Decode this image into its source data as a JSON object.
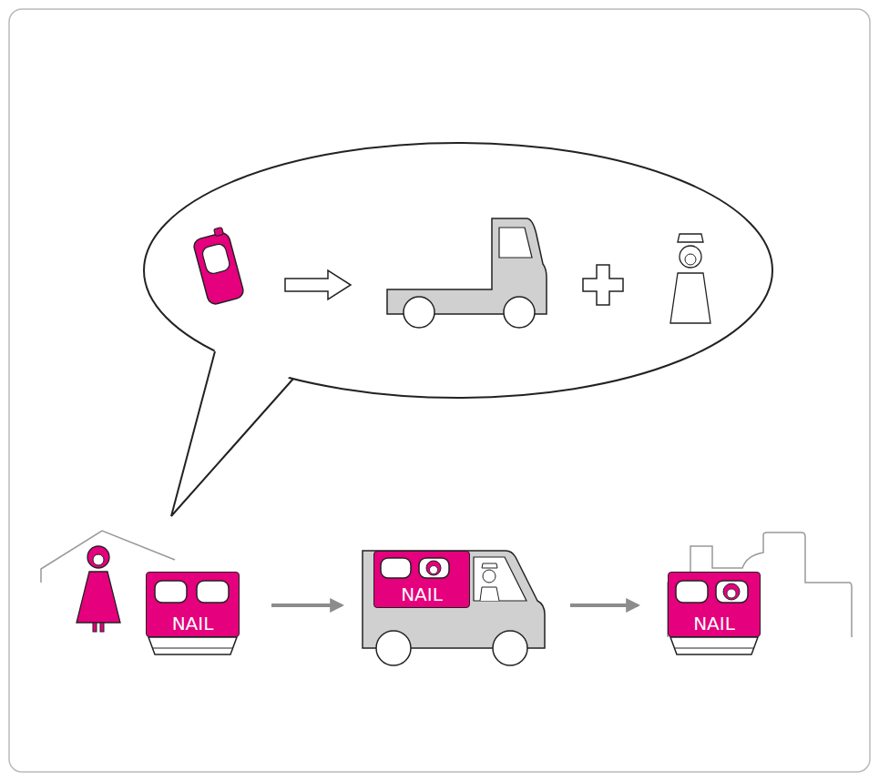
{
  "diagram": {
    "nodes": [
      {
        "text": [
          "NAIL"
        ]
      },
      {
        "text": [
          "NAIL"
        ]
      },
      {
        "text": [
          "NAIL"
        ]
      }
    ],
    "edges": [
      {
        "from": 0,
        "to": 1,
        "arrow": "to"
      },
      {
        "from": 1,
        "to": 2,
        "arrow": "to"
      }
    ]
  }
}
